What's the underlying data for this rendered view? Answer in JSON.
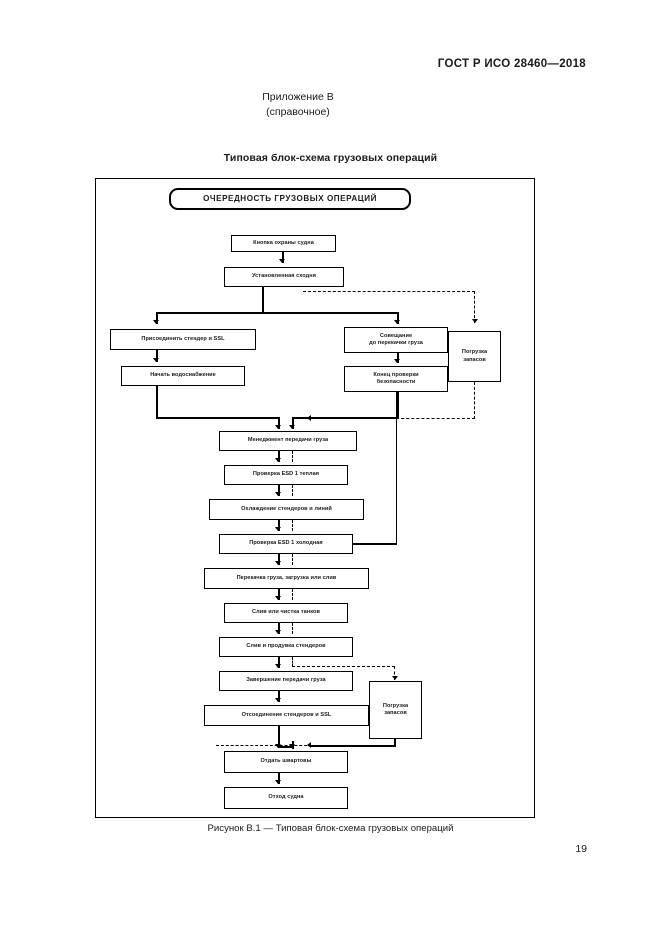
{
  "document": {
    "standard_header": "ГОСТ Р ИСО 28460—2018",
    "appendix_label": "Приложение В",
    "appendix_kind": "(справочное)",
    "figure_title": "Типовая блок-схема грузовых операций",
    "caption": "Рисунок В.1 — Типовая блок-схема грузовых операций",
    "page_number": "19"
  },
  "flowchart": {
    "banner": "ОЧЕРЕДНОСТЬ ГРУЗОВЫХ ОПЕРАЦИЙ",
    "nodes": [
      {
        "id": "n01",
        "label": "Кнопка охраны судна"
      },
      {
        "id": "n02",
        "label": "Установленная сходня"
      },
      {
        "id": "n03",
        "label": "Присоединить стендер и SSL"
      },
      {
        "id": "n04",
        "label": "Начать водоснабжение"
      },
      {
        "id": "n05",
        "label": "Совещание\nдо перекачки груза"
      },
      {
        "id": "n06",
        "label": "Конец проверки\nбезопасности"
      },
      {
        "id": "n07",
        "label": "Погрузка\nзапасов"
      },
      {
        "id": "n08",
        "label": "Менеджмент передачи груза"
      },
      {
        "id": "n09",
        "label": "Проверка ESD 1 теплая"
      },
      {
        "id": "n10",
        "label": "Охлаждение стендеров и линий"
      },
      {
        "id": "n11",
        "label": "Проверка ESD 1 холодная"
      },
      {
        "id": "n12",
        "label": "Перекачка груза, загрузка или слив"
      },
      {
        "id": "n13",
        "label": "Слив или чистка танков"
      },
      {
        "id": "n14",
        "label": "Слив и продувка стендеров"
      },
      {
        "id": "n15",
        "label": "Завершение передачи груза"
      },
      {
        "id": "n16",
        "label": "Отсоединение стендеров и SSL"
      },
      {
        "id": "n17",
        "label": "Погрузка\nзапасов"
      },
      {
        "id": "n18",
        "label": "Отдать швартовы"
      },
      {
        "id": "n19",
        "label": "Отход судна"
      }
    ]
  }
}
